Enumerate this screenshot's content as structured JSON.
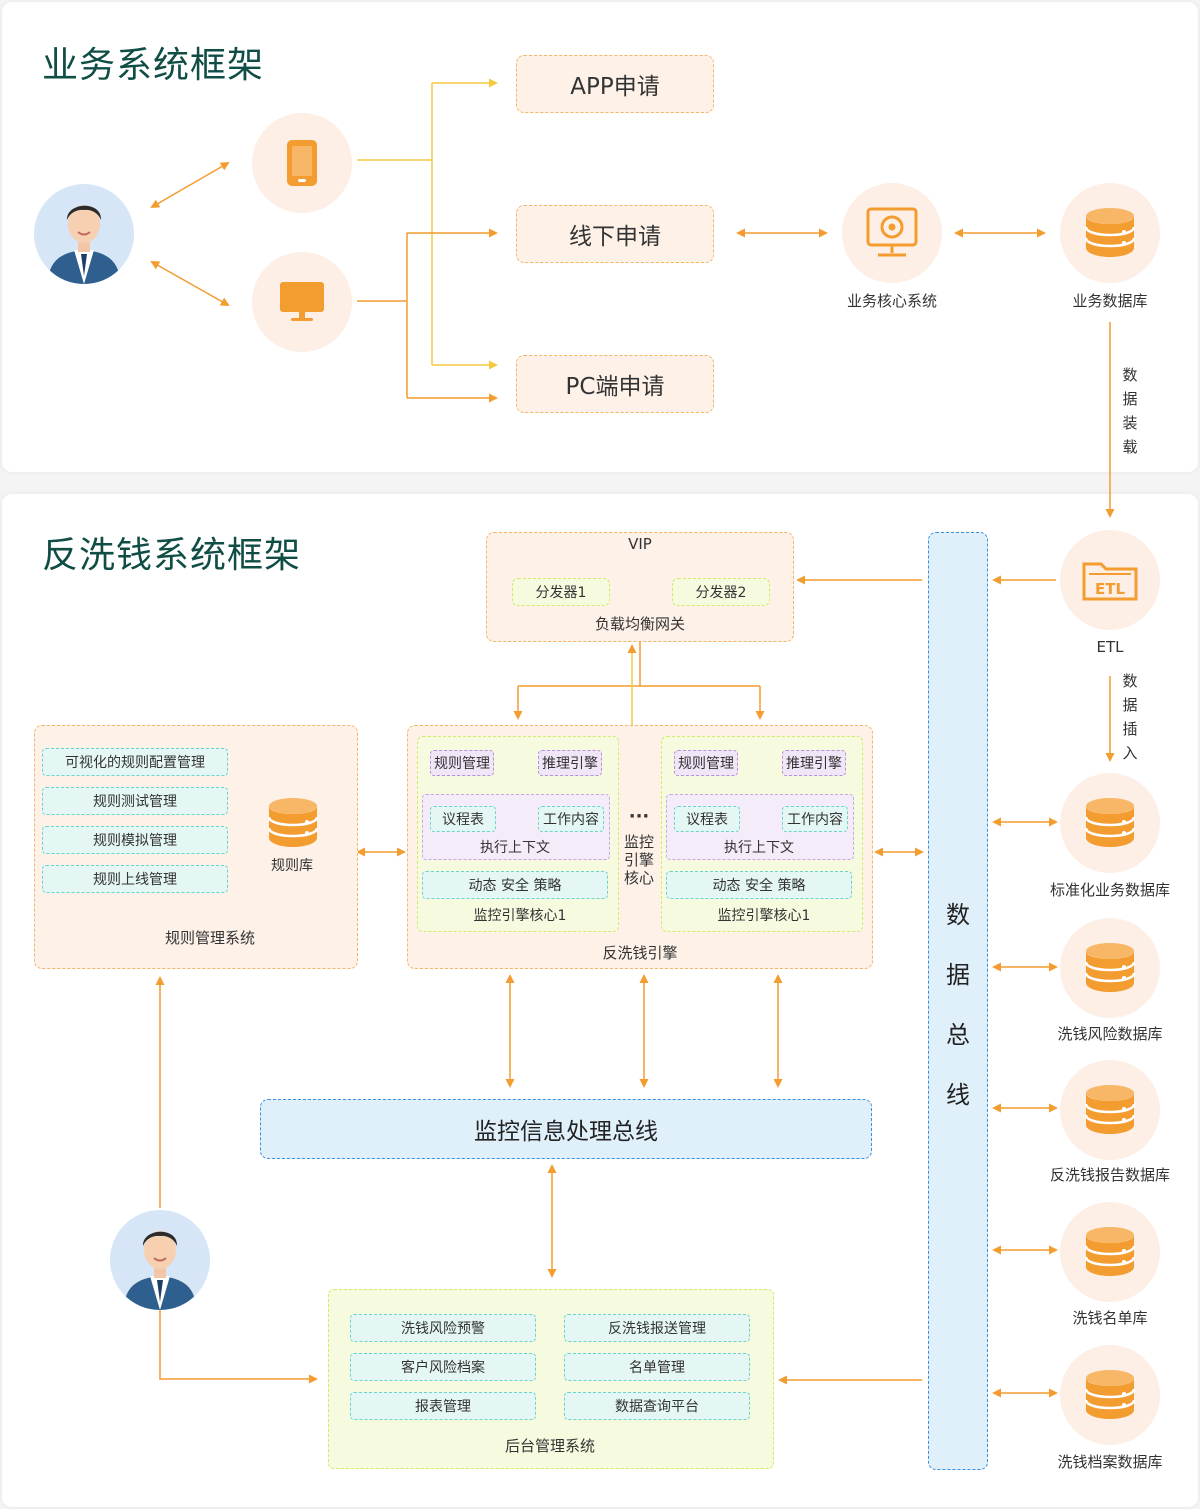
{
  "top_section": {
    "title": "业务系统框架",
    "requests": [
      "APP申请",
      "线下申请",
      "PC端申请"
    ],
    "core_system_label": "业务核心系统",
    "business_db_label": "业务数据库",
    "data_loading_chars": [
      "数",
      "据",
      "装",
      "载"
    ]
  },
  "bottom_section": {
    "title": "反洗钱系统框架",
    "etl_label": "ETL",
    "etl_icon_text": "ETL",
    "data_insert_chars": [
      "数",
      "据",
      "插",
      "入"
    ],
    "gateway": {
      "vip": "VIP",
      "dispatcher1": "分发器1",
      "dispatcher2": "分发器2",
      "label": "负载均衡网关"
    },
    "rule_system": {
      "items": [
        "可视化的规则配置管理",
        "规则测试管理",
        "规则模拟管理",
        "规则上线管理"
      ],
      "db_label": "规则库",
      "label": "规则管理系统"
    },
    "engine": {
      "label": "反洗钱引擎",
      "core1": {
        "rule_mgmt": "规则管理",
        "inference": "推理引擎",
        "agenda": "议程表",
        "work_content": "工作内容",
        "exec_context": "执行上下文",
        "policy": "动态 安全 策略",
        "label": "监控引擎核心1"
      },
      "core2": {
        "rule_mgmt": "规则管理",
        "inference": "推理引擎",
        "agenda": "议程表",
        "work_content": "工作内容",
        "exec_context": "执行上下文",
        "policy": "动态 安全 策略",
        "label": "监控引擎核心1"
      },
      "ellipsis": "···",
      "middle_chars": [
        "监控",
        "引擎",
        "核心"
      ]
    },
    "monitor_bus": "监控信息处理总线",
    "data_bus_chars": [
      "数",
      "据",
      "总",
      "线"
    ],
    "databases": [
      "标准化业务数据库",
      "洗钱风险数据库",
      "反洗钱报告数据库",
      "洗钱名单库",
      "洗钱档案数据库"
    ],
    "backend": {
      "items": [
        "洗钱风险预警",
        "反洗钱报送管理",
        "客户风险档案",
        "名单管理",
        "报表管理",
        "数据查询平台"
      ],
      "label": "后台管理系统"
    }
  },
  "colors": {
    "accent_orange": "#f39c2f",
    "arrow_yellow": "#f6c943",
    "bus_blue": "#3b8ee0",
    "title_green": "#0f4d45"
  },
  "icons": [
    "avatar-icon",
    "phone-icon",
    "monitor-icon",
    "core-system-icon",
    "database-icon",
    "etl-icon"
  ]
}
